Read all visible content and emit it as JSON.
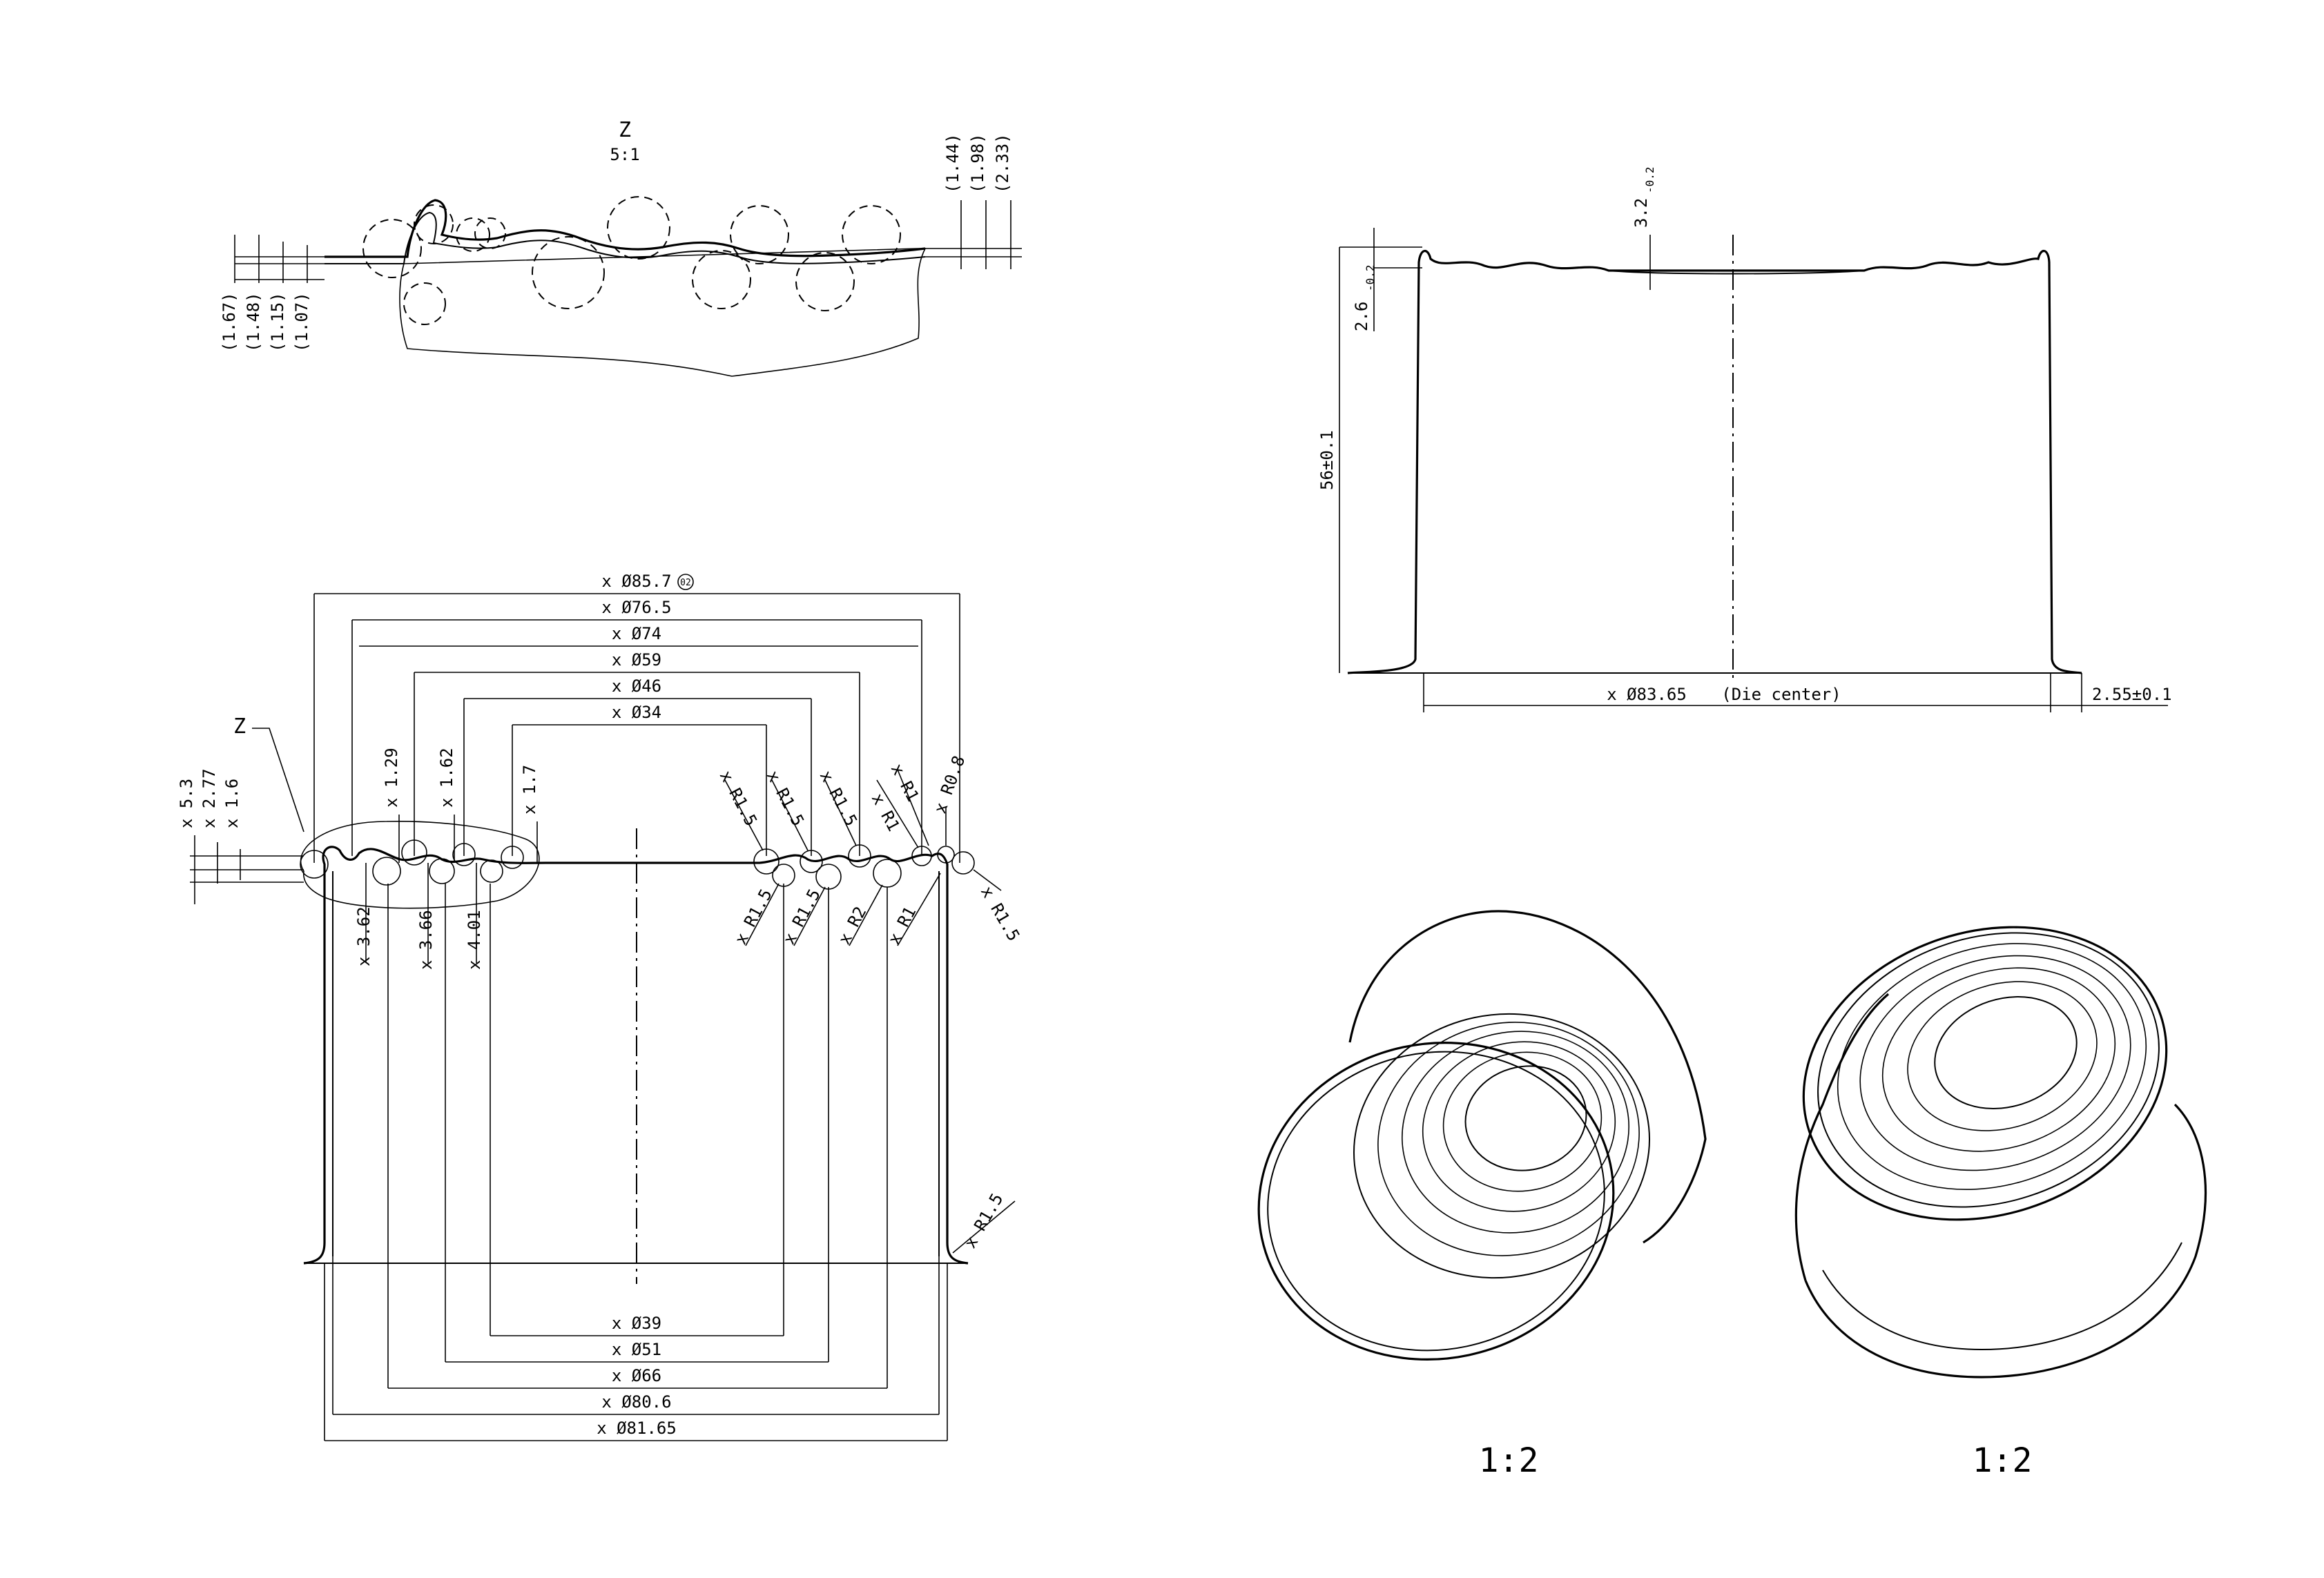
{
  "detail_view": {
    "label": "Z",
    "scale": "5:1"
  },
  "detail_dims": {
    "left": [
      "(1.67)",
      "(1.48)",
      "(1.15)",
      "(1.07)"
    ],
    "right": [
      "(1.44)",
      "(1.98)",
      "(2.33)"
    ]
  },
  "section_view": {
    "callout": "Z",
    "top_diameters": [
      "x Ø85.7",
      "x Ø76.5",
      "x Ø74",
      "x Ø59",
      "x Ø46",
      "x Ø34"
    ],
    "tolerance_tag": "02",
    "bottom_diameters": [
      "x Ø39",
      "x Ø51",
      "x Ø66",
      "x Ø80.6",
      "x Ø81.65"
    ],
    "left_heights": [
      "x 5.3",
      "x 2.77",
      "x 1.6"
    ],
    "top_heights": [
      "x 1.29",
      "x 1.62",
      "x 1.7"
    ],
    "depth_dims": [
      "x 3.62",
      "x 3.66",
      "x 4.01"
    ],
    "upper_radii": [
      "x R1.5",
      "x R1.5",
      "x R1.5",
      "x R1",
      "x R1",
      "x R0.8"
    ],
    "lower_radii": [
      "x R1.5",
      "x R1.5",
      "x R2",
      "x R1"
    ],
    "side_radius": "x R1.5",
    "corner_radius": "x R1.5"
  },
  "side_view": {
    "height": "56±0.1",
    "top_height": "2.6",
    "top_tol": "-0.2",
    "depth": "3.2",
    "depth_tol": "-0.2",
    "diameter": "x Ø83.65",
    "diameter_note": "(Die center)",
    "flange": "2.55±0.1"
  },
  "iso_views": {
    "left_scale": "1:2",
    "right_scale": "1:2"
  }
}
